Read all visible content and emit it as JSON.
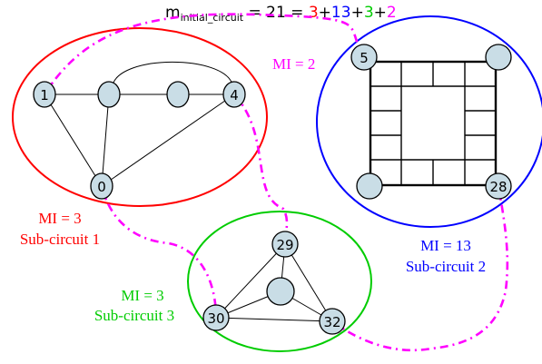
{
  "title": {
    "prefix": "m",
    "subscript": "initial_circuit",
    "equation_lhs": " = 21 = ",
    "terms": [
      {
        "text": "3",
        "color": "#ff0000"
      },
      {
        "text": "+",
        "color": "#000000"
      },
      {
        "text": "13",
        "color": "#0000ff"
      },
      {
        "text": "+",
        "color": "#000000"
      },
      {
        "text": "3",
        "color": "#00cc00"
      },
      {
        "text": "+",
        "color": "#000000"
      },
      {
        "text": "2",
        "color": "#ff00ff"
      }
    ]
  },
  "colors": {
    "sub1": "#ff0000",
    "sub2": "#0000ff",
    "sub3": "#00cc00",
    "link": "#ff00ff",
    "node_fill": "#c9dde6"
  },
  "link_label": "MI = 2",
  "subcircuits": [
    {
      "id": "sub1",
      "mi": "MI = 3",
      "name": "Sub-circuit 1"
    },
    {
      "id": "sub2",
      "mi": "MI = 13",
      "name": "Sub-circuit 2"
    },
    {
      "id": "sub3",
      "mi": "MI = 3",
      "name": "Sub-circuit 3"
    }
  ],
  "nodes": {
    "n1": "1",
    "n4": "4",
    "n0": "0",
    "n5": "5",
    "n28": "28",
    "n29": "29",
    "n30": "30",
    "n32": "32"
  }
}
